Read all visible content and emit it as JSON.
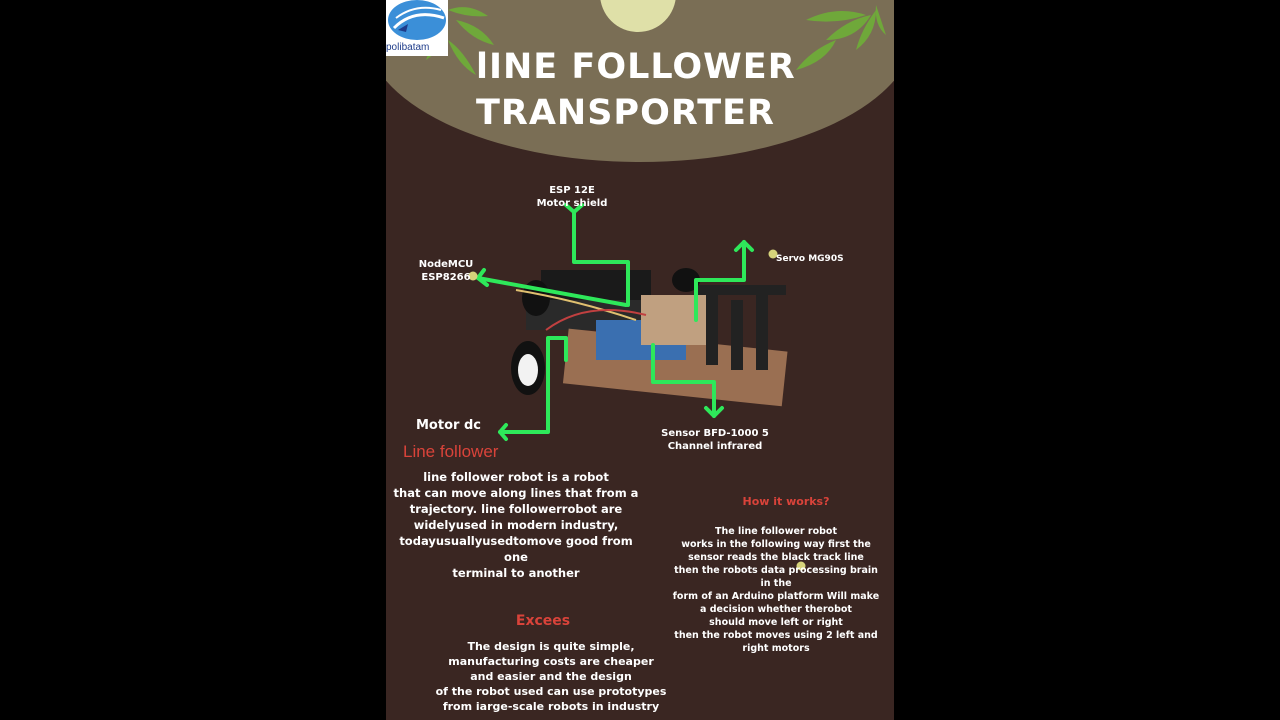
{
  "logo": {
    "text": "polibatam"
  },
  "title": {
    "line1": "lINE FOLLOWER",
    "line2": "TRANSPORTER"
  },
  "labels": {
    "esp": [
      "ESP 12E",
      "Motor shield"
    ],
    "servo": "Servo MG90S",
    "nodemcu": [
      "NodeMCU",
      "ESP8266"
    ],
    "motor": "Motor dc",
    "sensor": [
      "Sensor BFD-1000 5",
      "Channel infrared"
    ]
  },
  "line_follower": {
    "heading": "Line follower",
    "body": [
      "line follower robot is a robot",
      "that can move along lines that from a",
      "trajectory. line followerrobot are",
      "widelyused in modern industry,",
      "todayusuallyusedtomove good from one",
      "terminal to another"
    ]
  },
  "how": {
    "heading": "How it works?",
    "body": [
      "The line follower robot",
      "works in the following way first the",
      "sensor reads the black track line",
      "then the robots data processing brain",
      "in the",
      "form of an Arduino platform Will make",
      "a decision whether therobot",
      "should move left or right",
      "then the robot moves using 2 left and",
      "right motors"
    ]
  },
  "excees": {
    "heading": "Excees",
    "body": [
      "The design is quite simple,",
      "manufacturing costs are cheaper",
      "and easier and the design",
      "of the  robot used can use prototypes",
      "from iarge-scale robots in industry"
    ]
  }
}
